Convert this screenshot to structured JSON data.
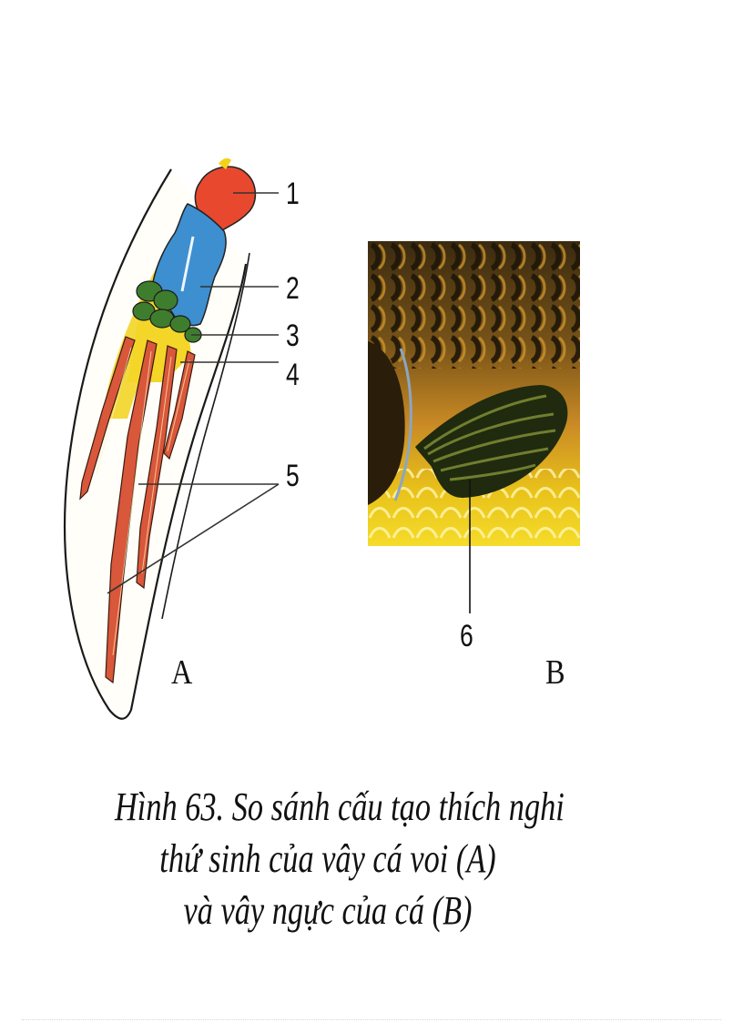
{
  "figure": {
    "number": "63",
    "panels": [
      {
        "id": "A",
        "label": "A",
        "subject": "whale flipper skeleton"
      },
      {
        "id": "B",
        "label": "B",
        "subject": "fish pectoral fin photo"
      }
    ],
    "callouts": [
      {
        "number": "1",
        "panel": "A",
        "color": "#e8492e"
      },
      {
        "number": "2",
        "panel": "A",
        "color": "#3d8fd0"
      },
      {
        "number": "3",
        "panel": "A",
        "color": "#3f7d2e"
      },
      {
        "number": "4",
        "panel": "A",
        "color": "#f2d21b"
      },
      {
        "number": "5",
        "panel": "A",
        "color": "#d9573a"
      },
      {
        "number": "6",
        "panel": "B",
        "color": "#1e2a10"
      }
    ]
  },
  "caption": {
    "lines": [
      "Hình 63. So sánh cấu tạo thích nghi",
      "thứ sinh của vây cá voi (A)",
      "và vây ngực của cá (B)"
    ]
  },
  "colors": {
    "background": "#ffffff",
    "text": "#111111",
    "bone_humerus": "#e8492e",
    "bone_radius_ulna": "#3d8fd0",
    "bone_carpals": "#3f7d2e",
    "cartilage": "#f2d21b",
    "phalanges": "#d9573a",
    "fish_body_dark": "#3a2a10",
    "fish_body_gold": "#c98a25",
    "fish_belly_yellow": "#f0d21a"
  }
}
